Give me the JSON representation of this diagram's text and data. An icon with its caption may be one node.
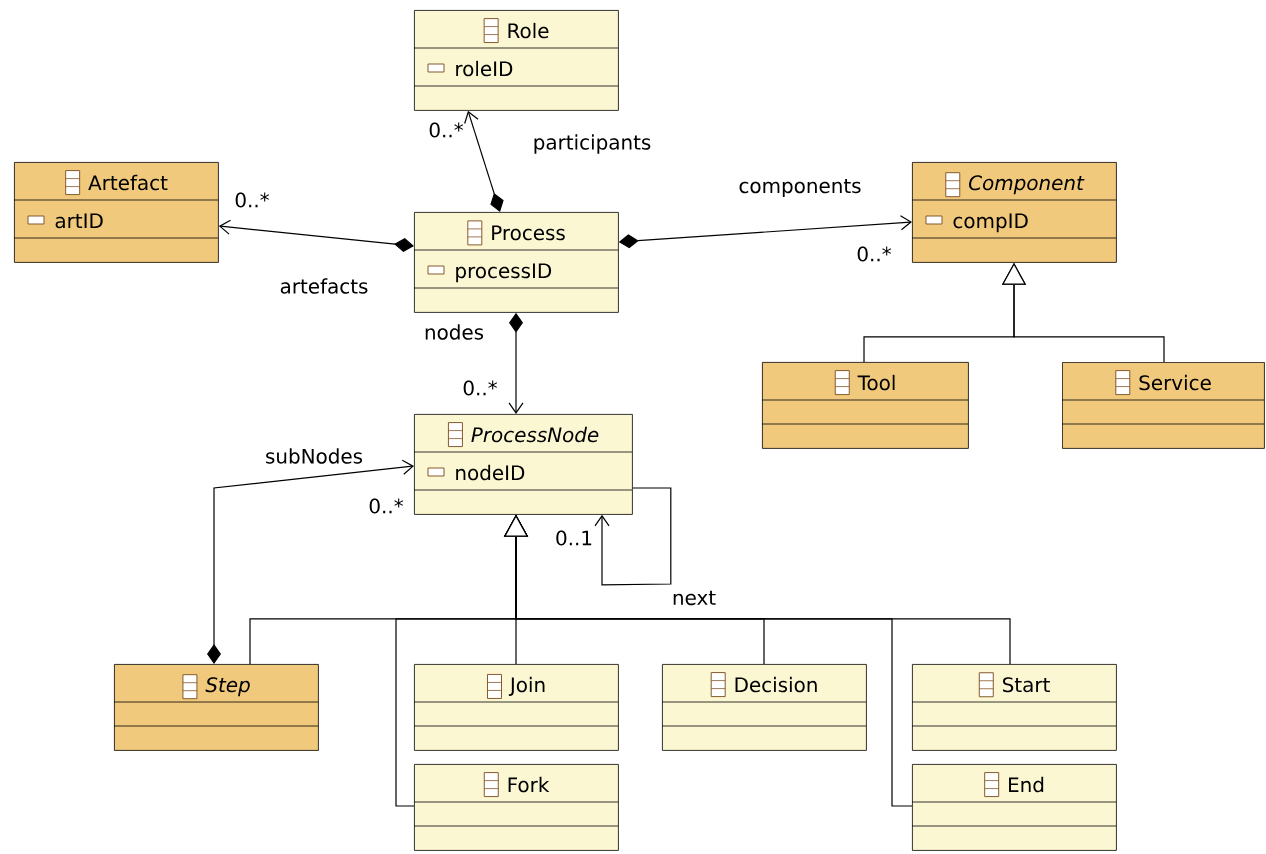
{
  "diagram": {
    "nodes": [
      {
        "text": [
          "Role",
          "roleID"
        ]
      },
      {
        "text": [
          "Artefact",
          "artID"
        ]
      },
      {
        "text": [
          "Process",
          "processID"
        ]
      },
      {
        "text": [
          "Component",
          "compID"
        ]
      },
      {
        "text": [
          "Tool"
        ]
      },
      {
        "text": [
          "Service"
        ]
      },
      {
        "text": [
          "ProcessNode",
          "nodeID"
        ]
      },
      {
        "text": [
          "Step"
        ]
      },
      {
        "text": [
          "Join"
        ]
      },
      {
        "text": [
          "Decision"
        ]
      },
      {
        "text": [
          "Start"
        ]
      },
      {
        "text": [
          "Fork"
        ]
      },
      {
        "text": [
          "End"
        ]
      }
    ],
    "edges": [
      {
        "from": 2,
        "to": 0,
        "arrow": "to",
        "label": "participants"
      },
      {
        "from": 2,
        "to": 1,
        "arrow": "to",
        "label": "artefacts"
      },
      {
        "from": 2,
        "to": 3,
        "arrow": "to",
        "label": "components"
      },
      {
        "from": 2,
        "to": 6,
        "arrow": "to",
        "label": "nodes"
      },
      {
        "from": 7,
        "to": 6,
        "arrow": "to",
        "label": "subNodes"
      },
      {
        "from": 6,
        "to": 6,
        "arrow": "to",
        "label": "next"
      },
      {
        "from": 4,
        "to": 3,
        "arrow": "to"
      },
      {
        "from": 5,
        "to": 3,
        "arrow": "to"
      },
      {
        "from": 7,
        "to": 6,
        "arrow": "to"
      },
      {
        "from": 8,
        "to": 6,
        "arrow": "to"
      },
      {
        "from": 9,
        "to": 6,
        "arrow": "to"
      },
      {
        "from": 10,
        "to": 6,
        "arrow": "to"
      },
      {
        "from": 11,
        "to": 6,
        "arrow": "to"
      },
      {
        "from": 12,
        "to": 6,
        "arrow": "to"
      }
    ],
    "labels": [
      "0..*",
      "0..*",
      "0..*",
      "0..*",
      "0..*",
      "0..1"
    ]
  }
}
